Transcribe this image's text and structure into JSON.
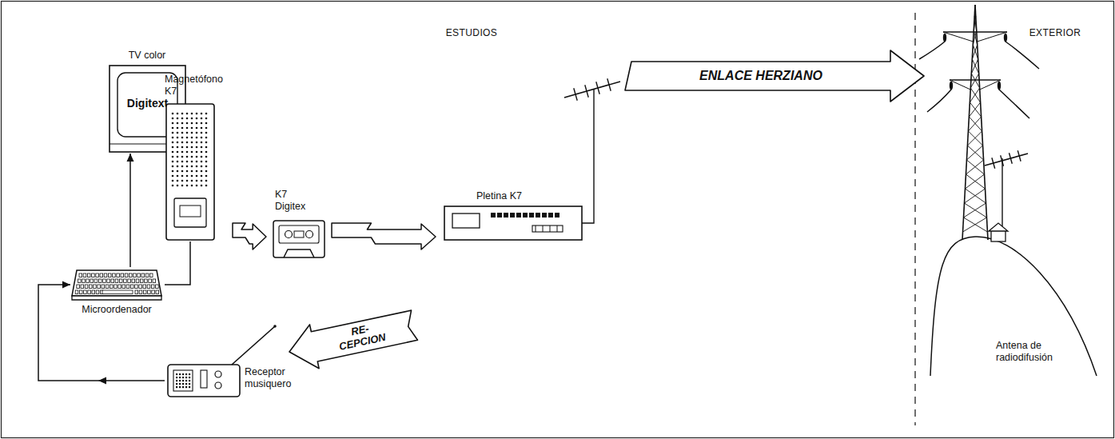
{
  "diagram": {
    "nodes": [
      {
        "text": [
          "TV color",
          "Digitext"
        ]
      },
      {
        "text": [
          "Microordenador"
        ]
      },
      {
        "text": [
          "Magnetófono K7"
        ]
      },
      {
        "text": [
          "K7 Digitex"
        ]
      },
      {
        "text": [
          "Pletina K7"
        ]
      },
      {
        "text": [
          "Receptor musiquero"
        ]
      },
      {
        "text": [
          "Antena de radiodifusión"
        ]
      }
    ],
    "edges": [
      {
        "from": 1,
        "to": 0,
        "arrow": "to"
      },
      {
        "from": 5,
        "to": 1,
        "arrow": "to"
      },
      {
        "from": 1,
        "to": 2,
        "arrow": "none"
      },
      {
        "from": 2,
        "to": 3,
        "arrow": "to"
      },
      {
        "from": 3,
        "to": 4,
        "arrow": "to"
      },
      {
        "from": 4,
        "to": 6,
        "label": "ENLACE HERZIANO",
        "arrow": "to"
      }
    ],
    "labels": [
      "ESTUDIOS",
      "EXTERIOR",
      "RE-CEPCION"
    ]
  }
}
